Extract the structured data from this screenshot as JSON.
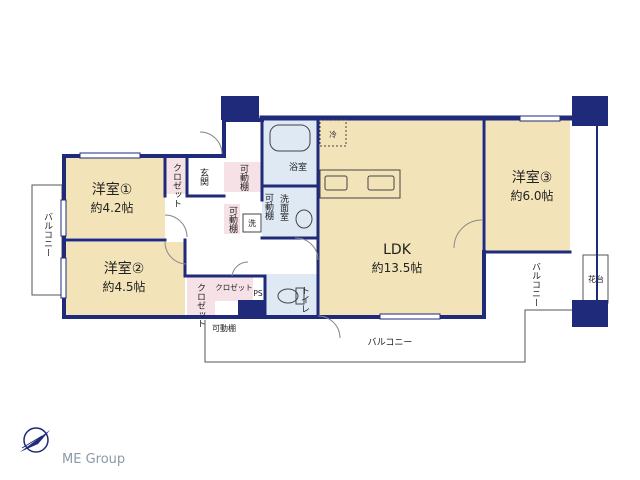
{
  "rooms": {
    "western1": {
      "name": "洋室①",
      "area": "約4.2帖"
    },
    "western2": {
      "name": "洋室②",
      "area": "約4.5帖"
    },
    "western3": {
      "name": "洋室③",
      "area": "約6.0帖"
    },
    "ldk": {
      "name": "LDK",
      "area": "約13.5帖"
    }
  },
  "labels": {
    "closet1": "クロゼット",
    "closet2": "クロゼット",
    "closet3": "クロゼット",
    "entrance": "玄関",
    "movable_shelf1": "可動棚",
    "movable_shelf2": "可動棚",
    "movable_shelf3": "可動棚",
    "movable_shelf_bottom": "可動棚",
    "bathroom": "浴室",
    "washroom": "洗面室",
    "washer": "洗",
    "toilet": "トイレ",
    "ps": "PS",
    "fridge": "冷",
    "balcony_left": "バルコニー",
    "balcony_bottom": "バルコニー",
    "balcony_right": "バルコニー",
    "flower_stand": "花台"
  },
  "brand": "ME Group",
  "colors": {
    "wall": "#1f2a7a",
    "floor": "#f2e3b8",
    "wet": "#dfe9f4",
    "closet": "#f6e1e6",
    "corridor": "#ffffff"
  }
}
